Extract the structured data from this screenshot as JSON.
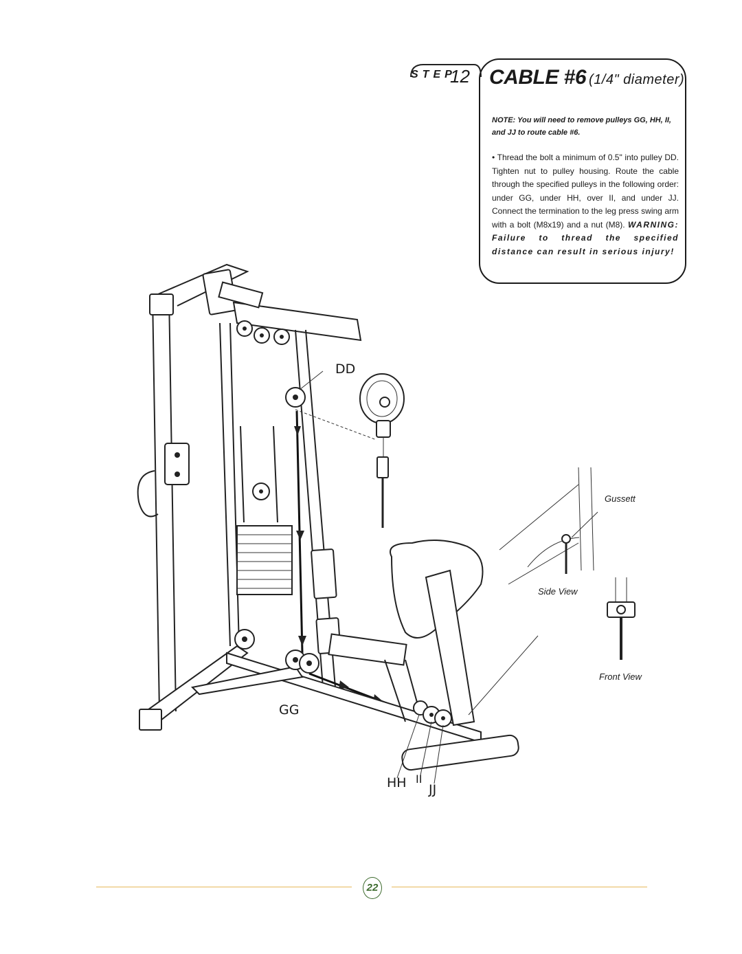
{
  "header": {
    "step_word": "STEP",
    "step_number": "12",
    "title": "CABLE #6",
    "subtitle": "(1/4\" diameter)"
  },
  "instructions": {
    "note": "NOTE: You will need to remove pulleys GG, HH, II, and JJ to route cable #6.",
    "body": "• Thread the bolt a minimum of 0.5\" into pulley DD. Tighten nut to pulley housing. Route the cable through the specified pulleys in the following order: under GG, under HH, over II, and under JJ. Connect the termination to the leg press swing arm with a bolt (M8x19) and a nut (M8).",
    "warning_label": "WARNING:",
    "warning_text": "Failure to thread the specified distance can result in serious injury!"
  },
  "diagram": {
    "labels": {
      "dd": "DD",
      "gg": "GG",
      "hh": "HH",
      "ii": "II",
      "jj": "JJ"
    },
    "inset_labels": {
      "gussett": "Gussett",
      "side_view": "Side View",
      "front_view": "Front View"
    },
    "icons": [
      "pulley-icon",
      "arrow-down-icon",
      "arrow-right-icon"
    ]
  },
  "footer": {
    "page_number": "22"
  },
  "colors": {
    "footer_rule": "#e6b85a",
    "page_number": "#3d6b2e",
    "ink": "#1a1a1a"
  }
}
